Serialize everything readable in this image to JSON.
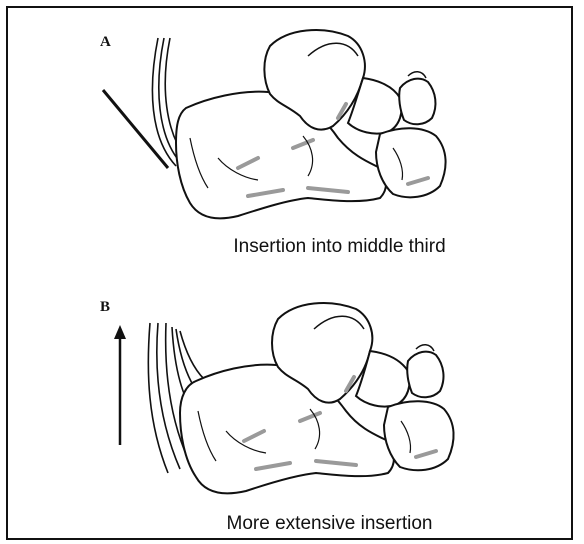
{
  "figure": {
    "panels": [
      {
        "letter": "A",
        "caption": "Insertion into middle third"
      },
      {
        "letter": "B",
        "caption": "More extensive insertion"
      }
    ]
  },
  "colors": {
    "ink": "#111111",
    "shade": "#9a9a9a",
    "bone_fill": "#ffffff"
  }
}
